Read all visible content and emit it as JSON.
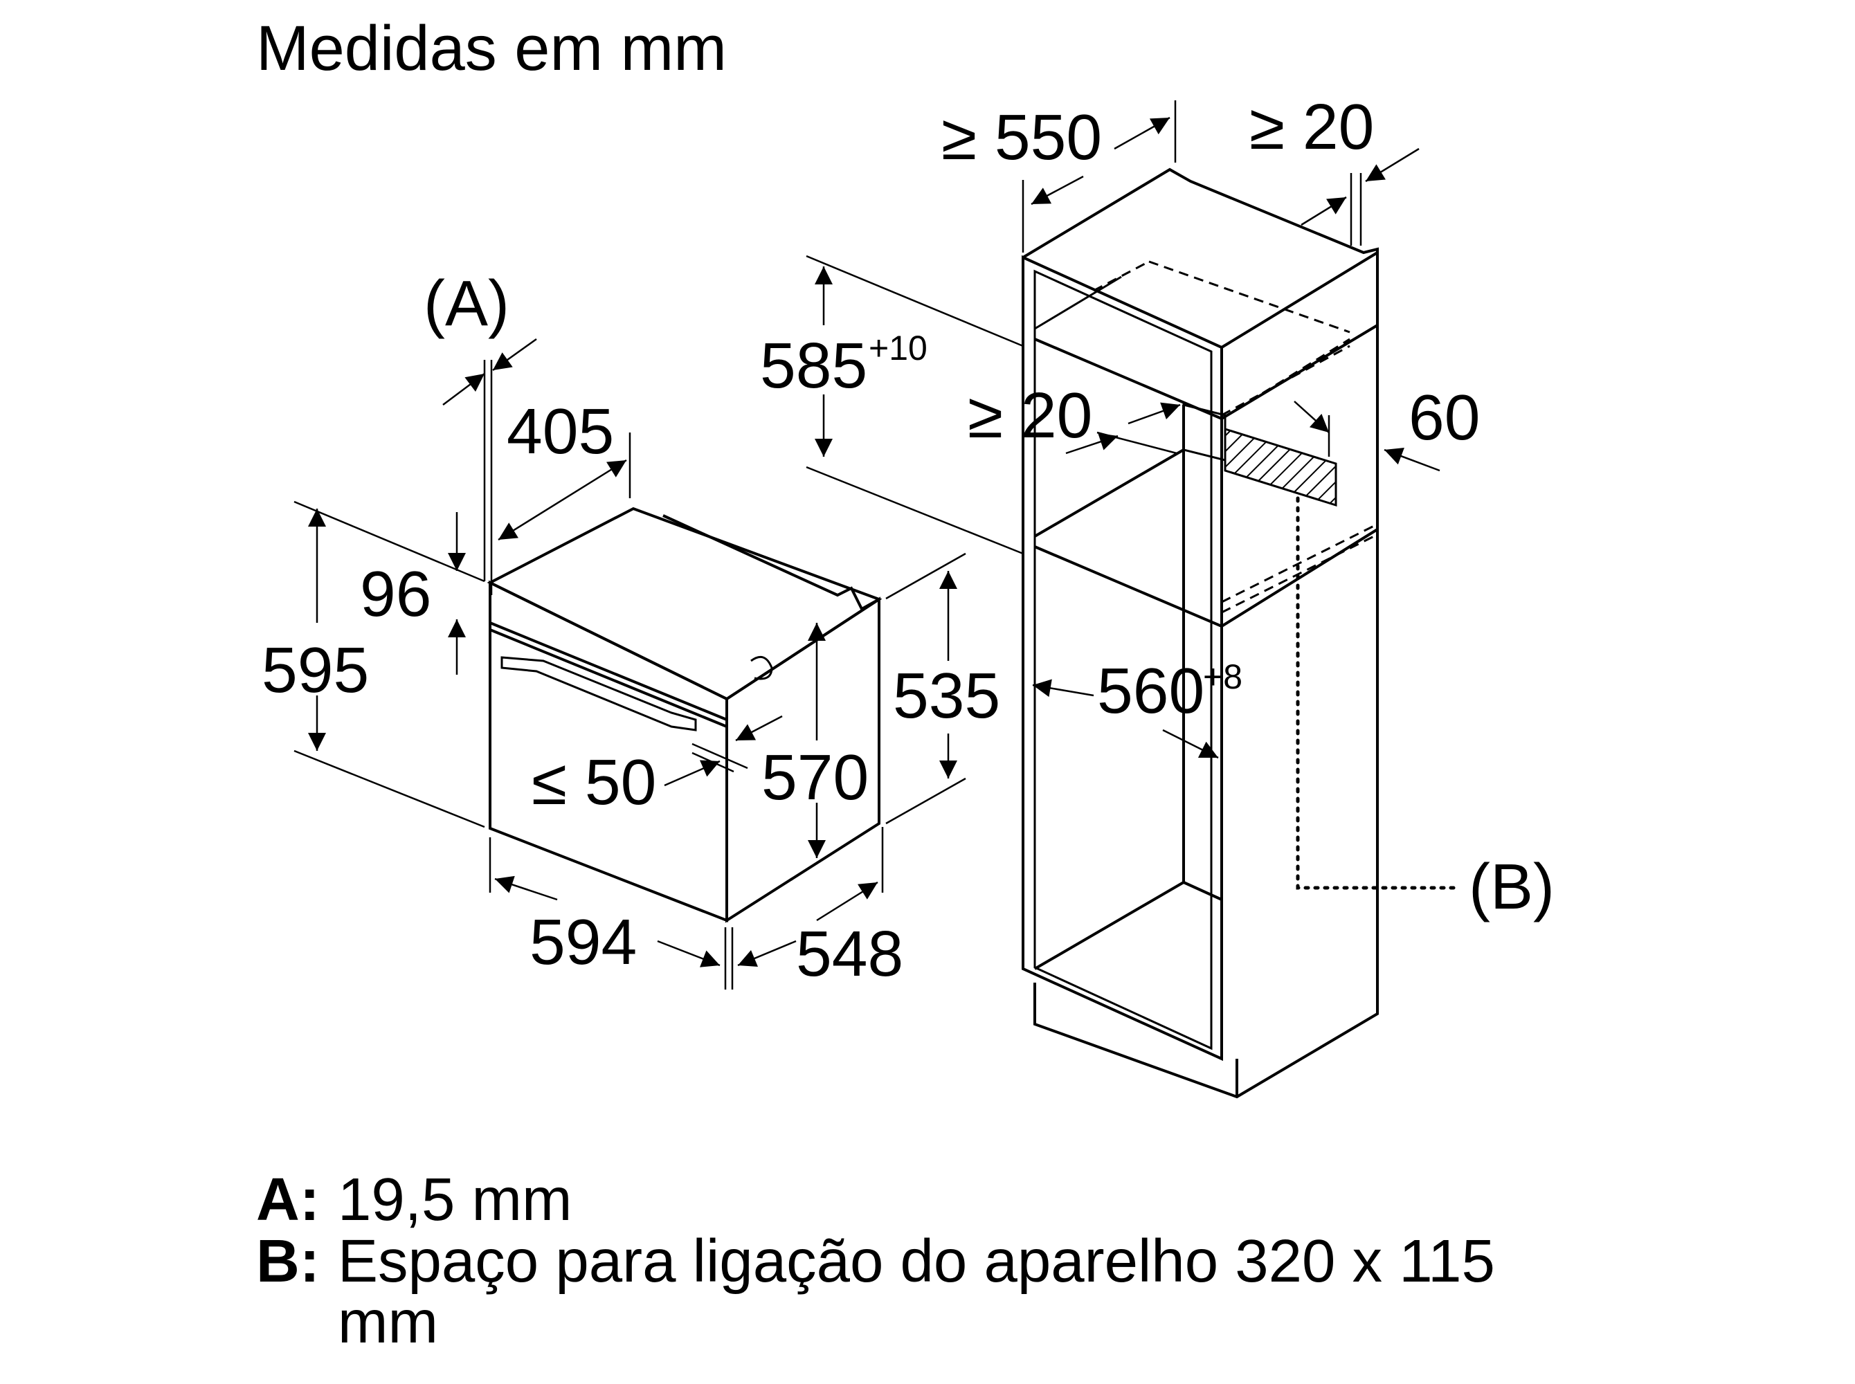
{
  "caption": "Medidas em mm",
  "appliance_dims": {
    "gap_a_label": "(A)",
    "d405": "405",
    "d96": "96",
    "d595": "595",
    "d535": "535",
    "d570": "570",
    "d_le50": "≤ 50",
    "d594": "594",
    "d548": "548"
  },
  "cabinet_dims": {
    "d_ge550": "≥ 550",
    "d_ge20_top": "≥ 20",
    "d585": "585",
    "d585_tol": "+10",
    "d_ge20_inner": "≥ 20",
    "d60": "60",
    "d560": "560",
    "d560_tol": "+8",
    "connection_label": "(B)"
  },
  "legend": [
    {
      "key": "A:",
      "text": "19,5 mm"
    },
    {
      "key": "B:",
      "text": "Espaço para ligação do aparelho 320 x 115 mm"
    }
  ]
}
